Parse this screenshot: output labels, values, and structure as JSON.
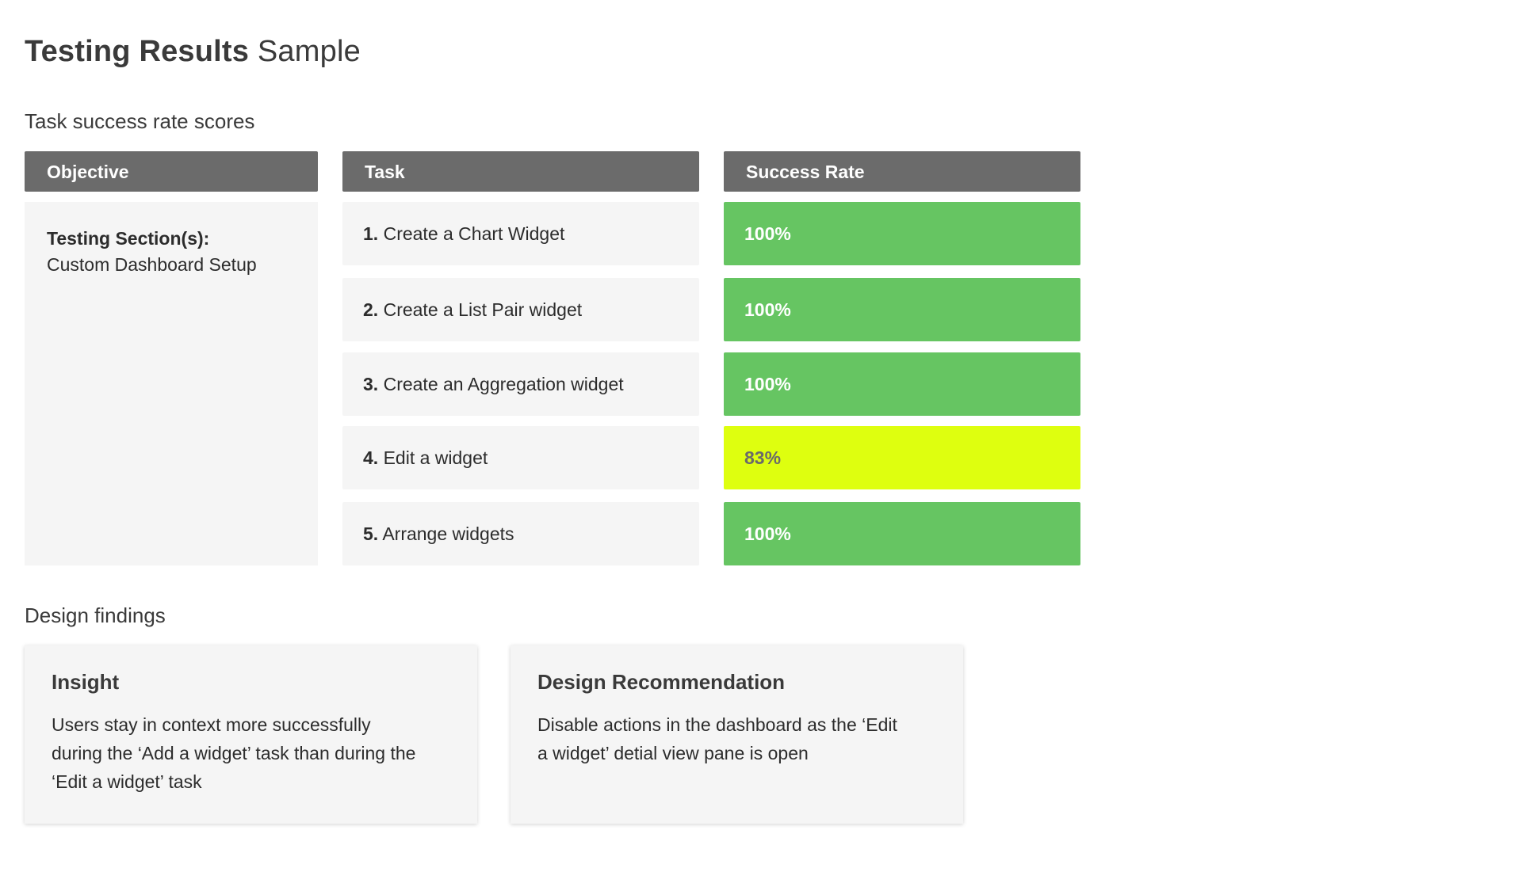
{
  "page": {
    "title_bold": "Testing Results",
    "title_light": "Sample"
  },
  "task_section": {
    "heading": "Task success rate scores",
    "headers": {
      "objective": "Objective",
      "task": "Task",
      "success_rate": "Success Rate"
    },
    "objective": {
      "label": "Testing Section(s):",
      "value": "Custom Dashboard Setup"
    },
    "rows": [
      {
        "num": "1.",
        "task": "Create a Chart Widget",
        "rate": "100%"
      },
      {
        "num": "2.",
        "task": "Create a List Pair widget",
        "rate": "100%"
      },
      {
        "num": "3.",
        "task": "Create an Aggregation widget",
        "rate": "100%"
      },
      {
        "num": "4.",
        "task": "Edit a widget",
        "rate": "83%"
      },
      {
        "num": "5.",
        "task": "Arrange widgets",
        "rate": "100%"
      }
    ]
  },
  "colors": {
    "rate_full": "#66c562",
    "rate_partial": "#deff0f",
    "rate_partial_text": "#6a6a6a",
    "header_bg": "#6b6b6b"
  },
  "findings_section": {
    "heading": "Design findings",
    "insight": {
      "title": "Insight",
      "text": "Users stay in context more successfully during the ‘Add a widget’ task than during the ‘Edit a widget’ task"
    },
    "recommendation": {
      "title": "Design Recommendation",
      "text": "Disable actions in the dashboard as the ‘Edit a widget’ detial view pane is open"
    }
  }
}
